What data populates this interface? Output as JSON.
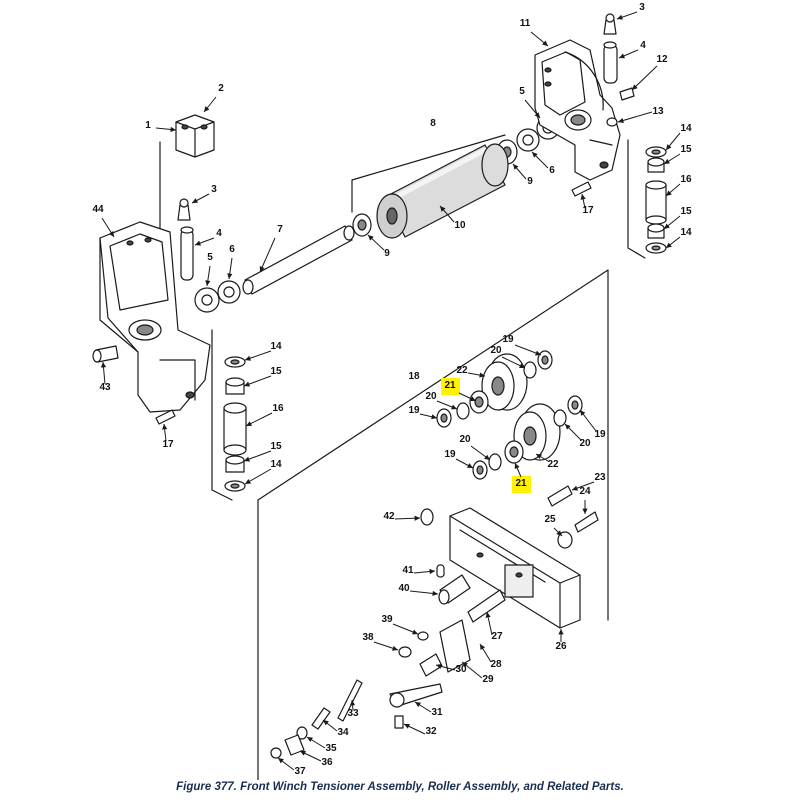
{
  "caption": "Figure 377. Front Winch Tensioner Assembly, Roller Assembly, and Related Parts.",
  "highlight_color": "#fff200",
  "line_color": "#1a1a1a",
  "callouts": [
    "1",
    "2",
    "3",
    "3",
    "4",
    "4",
    "5",
    "5",
    "6",
    "6",
    "7",
    "8",
    "9",
    "9",
    "10",
    "11",
    "12",
    "13",
    "14",
    "14",
    "14",
    "14",
    "15",
    "15",
    "15",
    "15",
    "16",
    "16",
    "17",
    "17",
    "18",
    "19",
    "19",
    "19",
    "19",
    "20",
    "20",
    "20",
    "20",
    "21",
    "21",
    "22",
    "22",
    "23",
    "24",
    "25",
    "26",
    "27",
    "28",
    "29",
    "30",
    "31",
    "32",
    "33",
    "34",
    "35",
    "36",
    "37",
    "38",
    "39",
    "40",
    "41",
    "42",
    "43",
    "44"
  ]
}
